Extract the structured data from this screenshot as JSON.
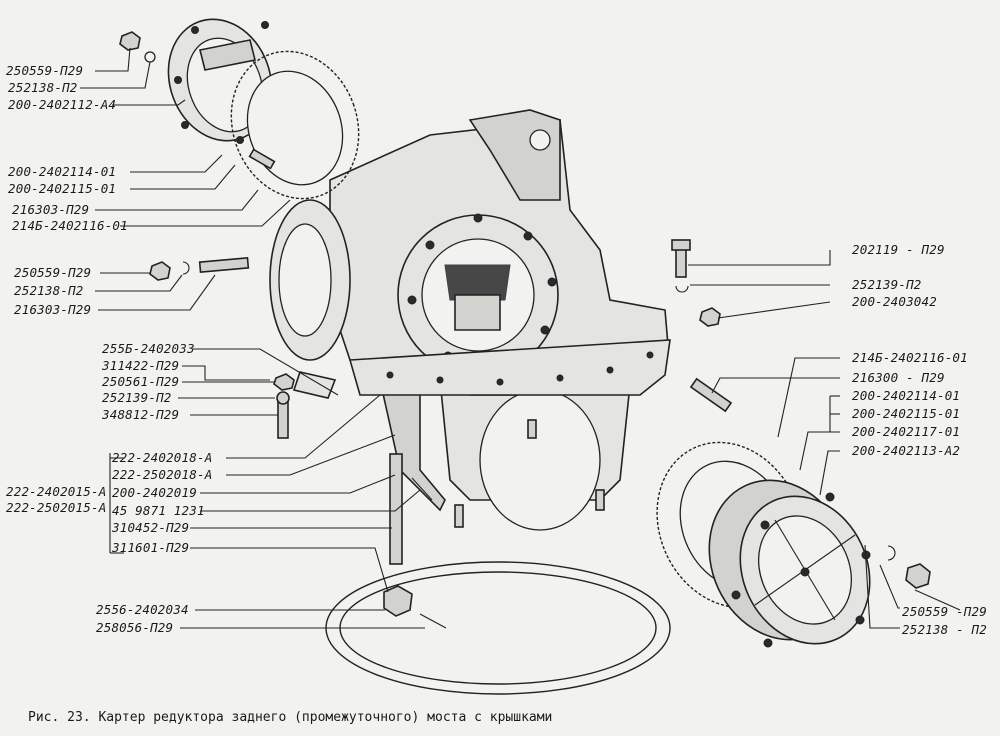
{
  "labels_left": [
    {
      "id": "l1",
      "text": "250559-П29"
    },
    {
      "id": "l2",
      "text": "252138-П2"
    },
    {
      "id": "l3",
      "text": "200-2402112-А4"
    },
    {
      "id": "l4",
      "text": "200-2402114-01"
    },
    {
      "id": "l5",
      "text": "200-2402115-01"
    },
    {
      "id": "l6",
      "text": "216303-П29"
    },
    {
      "id": "l7",
      "text": "214Б-2402116-01"
    },
    {
      "id": "l8",
      "text": "250559-П29"
    },
    {
      "id": "l9",
      "text": "252138-П2"
    },
    {
      "id": "l10",
      "text": "216303-П29"
    },
    {
      "id": "l11",
      "text": "255Б-2402033"
    },
    {
      "id": "l12",
      "text": "311422-П29"
    },
    {
      "id": "l13",
      "text": "250561-П29"
    },
    {
      "id": "l14",
      "text": "252139-П2"
    },
    {
      "id": "l15",
      "text": "348812-П29"
    },
    {
      "id": "l16",
      "text": "222-2402018-А"
    },
    {
      "id": "l17",
      "text": "222-2502018-А"
    },
    {
      "id": "l18",
      "text": "222-2402015-А"
    },
    {
      "id": "l19",
      "text": "222-2502015-А"
    },
    {
      "id": "l20",
      "text": "200-2402019"
    },
    {
      "id": "l21",
      "text": "45 9871 1231"
    },
    {
      "id": "l22",
      "text": "310452-П29"
    },
    {
      "id": "l23",
      "text": "311601-П29"
    },
    {
      "id": "l24",
      "text": "2556-2402034"
    },
    {
      "id": "l25",
      "text": "258056-П29"
    }
  ],
  "labels_right": [
    {
      "id": "r1",
      "text": "202119 - П29"
    },
    {
      "id": "r2",
      "text": "252139-П2"
    },
    {
      "id": "r3",
      "text": "200-2403042"
    },
    {
      "id": "r4",
      "text": "214Б-2402116-01"
    },
    {
      "id": "r5",
      "text": "216300 - П29"
    },
    {
      "id": "r6",
      "text": "200-2402114-01"
    },
    {
      "id": "r7",
      "text": "200-2402115-01"
    },
    {
      "id": "r8",
      "text": "200-2402117-01"
    },
    {
      "id": "r9",
      "text": "200-2402113-А2"
    },
    {
      "id": "r10",
      "text": "250559 -П29"
    },
    {
      "id": "r11",
      "text": "252138 - П2"
    }
  ],
  "caption": "Рис. 23. Картер редуктора заднего (промежуточного) моста с крышками"
}
